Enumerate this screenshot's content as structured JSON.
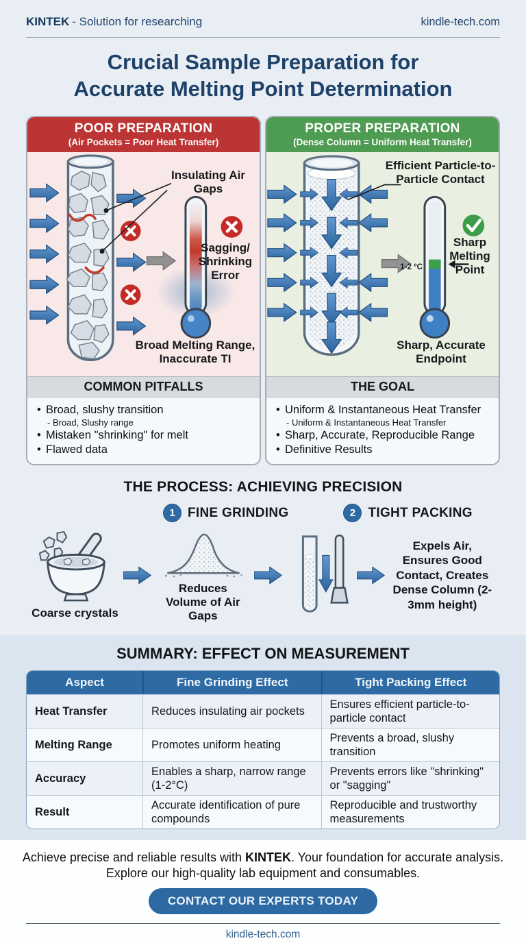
{
  "header": {
    "brand": "KINTEK",
    "tagline": "- Solution for researching",
    "website": "kindle-tech.com"
  },
  "title": {
    "line1": "Crucial Sample Preparation for",
    "line2": "Accurate Melting Point Determination"
  },
  "panels": {
    "poor": {
      "title": "POOR PREPARATION",
      "subtitle": "(Air Pockets = Poor Heat Transfer)",
      "labels": {
        "air_gaps": "Insulating Air Gaps",
        "sagging": [
          "Sagging/",
          "Shrinking",
          "Error"
        ],
        "broad_range": "Broad Melting Range, Inaccurate TI"
      },
      "section": {
        "heading": "COMMON PITFALLS",
        "bullets": [
          {
            "text": "Broad, slushy transition",
            "sub": "- Broad, Slushy range"
          },
          {
            "text": "Mistaken \"shrinking\" for melt"
          },
          {
            "text": "Flawed data"
          }
        ]
      }
    },
    "proper": {
      "title": "PROPER PREPARATION",
      "subtitle": "(Dense Column = Uniform Heat Transfer)",
      "labels": {
        "contact": "Efficient Particle-to-Particle Contact",
        "range": "1-2 °C",
        "sharp": "Sharp Melting Point",
        "endpoint": "Sharp, Accurate Endpoint"
      },
      "section": {
        "heading": "THE GOAL",
        "bullets": [
          {
            "text": "Uniform & Instantaneous Heat Transfer",
            "sub": "- Uniform & Instantaneous Heat Transfer"
          },
          {
            "text": "Sharp, Accurate, Reproducible Range"
          },
          {
            "text": "Definitive Results"
          }
        ]
      }
    }
  },
  "process": {
    "title": "THE PROCESS: ACHIEVING PRECISION",
    "steps": [
      {
        "number": "1",
        "label": "FINE GRINDING"
      },
      {
        "number": "2",
        "label": "TIGHT PACKING"
      }
    ],
    "captions": {
      "coarse": "Coarse crystals",
      "reduces": "Reduces Volume of Air Gaps",
      "expels": "Expels Air, Ensures Good Contact, Creates Dense Column (2-3mm height)"
    }
  },
  "summary": {
    "title": "SUMMARY: EFFECT ON MEASUREMENT",
    "table": {
      "headers": [
        "Aspect",
        "Fine Grinding Effect",
        "Tight Packing Effect"
      ],
      "rows": [
        {
          "aspect": "Heat Transfer",
          "grinding": "Reduces insulating air pockets",
          "packing": "Ensures efficient particle-to-particle contact"
        },
        {
          "aspect": "Melting Range",
          "grinding": "Promotes uniform heating",
          "packing": "Prevents a broad, slushy transition"
        },
        {
          "aspect": "Accuracy",
          "grinding": "Enables a sharp, narrow range (1-2°C)",
          "packing": "Prevents errors like \"shrinking\" or \"sagging\""
        },
        {
          "aspect": "Result",
          "grinding": "Accurate identification of pure compounds",
          "packing": "Reproducible and trustworthy measurements"
        }
      ]
    }
  },
  "footer": {
    "message_pre": "Achieve precise and reliable results with ",
    "brand": "KINTEK",
    "message_post": ". Your foundation for accurate analysis. Explore our high-quality lab equipment and consumables.",
    "cta": "CONTACT OUR EXPERTS TODAY",
    "website": "kindle-tech.com"
  },
  "colors": {
    "poor_red": "#bc3434",
    "proper_green": "#4e9b52",
    "accent_blue": "#2e6ba5",
    "navy": "#1d4168"
  }
}
